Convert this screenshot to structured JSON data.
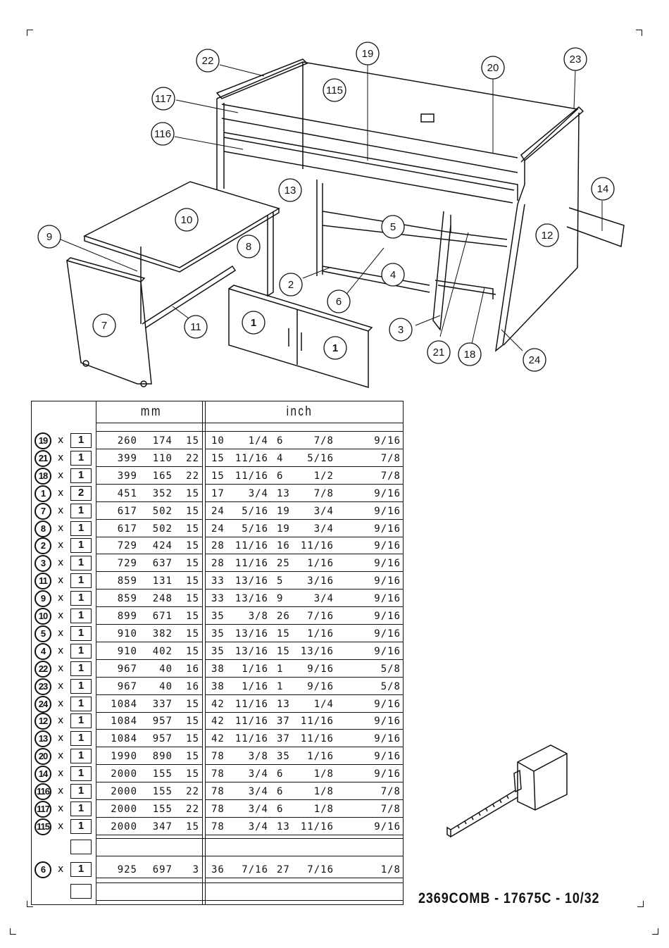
{
  "diagram_labels": [
    "22",
    "19",
    "20",
    "23",
    "117",
    "115",
    "116",
    "13",
    "14",
    "10",
    "9",
    "5",
    "12",
    "8",
    "4",
    "2",
    "6",
    "7",
    "11",
    "1",
    "1",
    "3",
    "21",
    "18",
    "24"
  ],
  "table": {
    "mm_label": "mm",
    "inch_label": "inch",
    "rows": [
      {
        "part": "19",
        "x": "x",
        "qty": "1",
        "mm": [
          "260",
          "174",
          "15"
        ],
        "inch": [
          "10",
          "1/4",
          "6",
          "7/8",
          "9/16"
        ]
      },
      {
        "part": "21",
        "x": "x",
        "qty": "1",
        "mm": [
          "399",
          "110",
          "22"
        ],
        "inch": [
          "15",
          "11/16",
          "4",
          "5/16",
          "7/8"
        ]
      },
      {
        "part": "18",
        "x": "x",
        "qty": "1",
        "mm": [
          "399",
          "165",
          "22"
        ],
        "inch": [
          "15",
          "11/16",
          "6",
          "1/2",
          "7/8"
        ]
      },
      {
        "part": "1",
        "x": "x",
        "qty": "2",
        "mm": [
          "451",
          "352",
          "15"
        ],
        "inch": [
          "17",
          "3/4",
          "13",
          "7/8",
          "9/16"
        ]
      },
      {
        "part": "7",
        "x": "x",
        "qty": "1",
        "mm": [
          "617",
          "502",
          "15"
        ],
        "inch": [
          "24",
          "5/16",
          "19",
          "3/4",
          "9/16"
        ]
      },
      {
        "part": "8",
        "x": "x",
        "qty": "1",
        "mm": [
          "617",
          "502",
          "15"
        ],
        "inch": [
          "24",
          "5/16",
          "19",
          "3/4",
          "9/16"
        ]
      },
      {
        "part": "2",
        "x": "x",
        "qty": "1",
        "mm": [
          "729",
          "424",
          "15"
        ],
        "inch": [
          "28",
          "11/16",
          "16",
          "11/16",
          "9/16"
        ]
      },
      {
        "part": "3",
        "x": "x",
        "qty": "1",
        "mm": [
          "729",
          "637",
          "15"
        ],
        "inch": [
          "28",
          "11/16",
          "25",
          "1/16",
          "9/16"
        ]
      },
      {
        "part": "11",
        "x": "x",
        "qty": "1",
        "mm": [
          "859",
          "131",
          "15"
        ],
        "inch": [
          "33",
          "13/16",
          "5",
          "3/16",
          "9/16"
        ]
      },
      {
        "part": "9",
        "x": "x",
        "qty": "1",
        "mm": [
          "859",
          "248",
          "15"
        ],
        "inch": [
          "33",
          "13/16",
          "9",
          "3/4",
          "9/16"
        ]
      },
      {
        "part": "10",
        "x": "x",
        "qty": "1",
        "mm": [
          "899",
          "671",
          "15"
        ],
        "inch": [
          "35",
          "3/8",
          "26",
          "7/16",
          "9/16"
        ]
      },
      {
        "part": "5",
        "x": "x",
        "qty": "1",
        "mm": [
          "910",
          "382",
          "15"
        ],
        "inch": [
          "35",
          "13/16",
          "15",
          "1/16",
          "9/16"
        ]
      },
      {
        "part": "4",
        "x": "x",
        "qty": "1",
        "mm": [
          "910",
          "402",
          "15"
        ],
        "inch": [
          "35",
          "13/16",
          "15",
          "13/16",
          "9/16"
        ]
      },
      {
        "part": "22",
        "x": "x",
        "qty": "1",
        "mm": [
          "967",
          "40",
          "16"
        ],
        "inch": [
          "38",
          "1/16",
          "1",
          "9/16",
          "5/8"
        ]
      },
      {
        "part": "23",
        "x": "x",
        "qty": "1",
        "mm": [
          "967",
          "40",
          "16"
        ],
        "inch": [
          "38",
          "1/16",
          "1",
          "9/16",
          "5/8"
        ]
      },
      {
        "part": "24",
        "x": "x",
        "qty": "1",
        "mm": [
          "1084",
          "337",
          "15"
        ],
        "inch": [
          "42",
          "11/16",
          "13",
          "1/4",
          "9/16"
        ]
      },
      {
        "part": "12",
        "x": "x",
        "qty": "1",
        "mm": [
          "1084",
          "957",
          "15"
        ],
        "inch": [
          "42",
          "11/16",
          "37",
          "11/16",
          "9/16"
        ]
      },
      {
        "part": "13",
        "x": "x",
        "qty": "1",
        "mm": [
          "1084",
          "957",
          "15"
        ],
        "inch": [
          "42",
          "11/16",
          "37",
          "11/16",
          "9/16"
        ]
      },
      {
        "part": "20",
        "x": "x",
        "qty": "1",
        "mm": [
          "1990",
          "890",
          "15"
        ],
        "inch": [
          "78",
          "3/8",
          "35",
          "1/16",
          "9/16"
        ]
      },
      {
        "part": "14",
        "x": "x",
        "qty": "1",
        "mm": [
          "2000",
          "155",
          "15"
        ],
        "inch": [
          "78",
          "3/4",
          "6",
          "1/8",
          "9/16"
        ]
      },
      {
        "part": "116",
        "x": "x",
        "qty": "1",
        "mm": [
          "2000",
          "155",
          "22"
        ],
        "inch": [
          "78",
          "3/4",
          "6",
          "1/8",
          "7/8"
        ]
      },
      {
        "part": "117",
        "x": "x",
        "qty": "1",
        "mm": [
          "2000",
          "155",
          "22"
        ],
        "inch": [
          "78",
          "3/4",
          "6",
          "1/8",
          "7/8"
        ]
      },
      {
        "part": "115",
        "x": "x",
        "qty": "1",
        "mm": [
          "2000",
          "347",
          "15"
        ],
        "inch": [
          "78",
          "3/4",
          "13",
          "11/16",
          "9/16"
        ]
      }
    ],
    "extra_row": {
      "part": "6",
      "x": "x",
      "qty": "1",
      "mm": [
        "925",
        "697",
        "3"
      ],
      "inch": [
        "36",
        "7/16",
        "27",
        "7/16",
        "1/8"
      ]
    }
  },
  "footer": "2369COMB  -  17675C  -  10/32"
}
